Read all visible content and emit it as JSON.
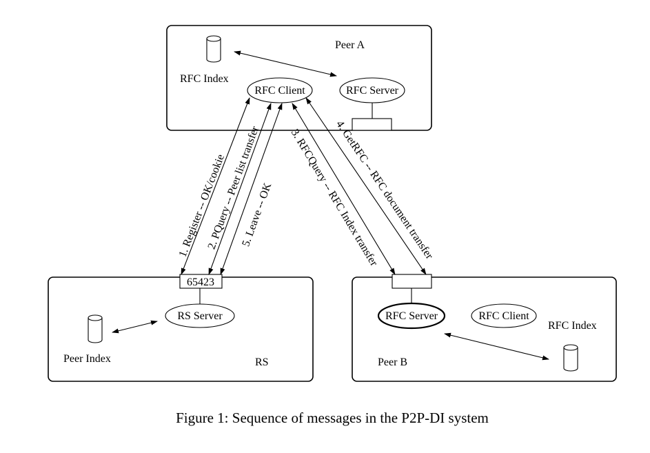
{
  "peer_a": {
    "title": "Peer A",
    "rfc_index": "RFC Index",
    "rfc_client": "RFC Client",
    "rfc_server": "RFC Server"
  },
  "rs": {
    "title": "RS",
    "port": "65423",
    "rs_server": "RS Server",
    "peer_index": "Peer Index"
  },
  "peer_b": {
    "title": "Peer B",
    "rfc_server": "RFC Server",
    "rfc_client": "RFC Client",
    "rfc_index": "RFC Index"
  },
  "messages": {
    "m1": "1. Register -- OK/cookie",
    "m2": "2. PQuery -- Peer list transfer",
    "m3": "3. RFCQuery -- RFC Index transfer",
    "m4": "4. GetRFC -- RFC document transfer",
    "m5": "5. Leave -- OK"
  },
  "caption": "Figure 1: Sequence of messages in the P2P-DI system"
}
